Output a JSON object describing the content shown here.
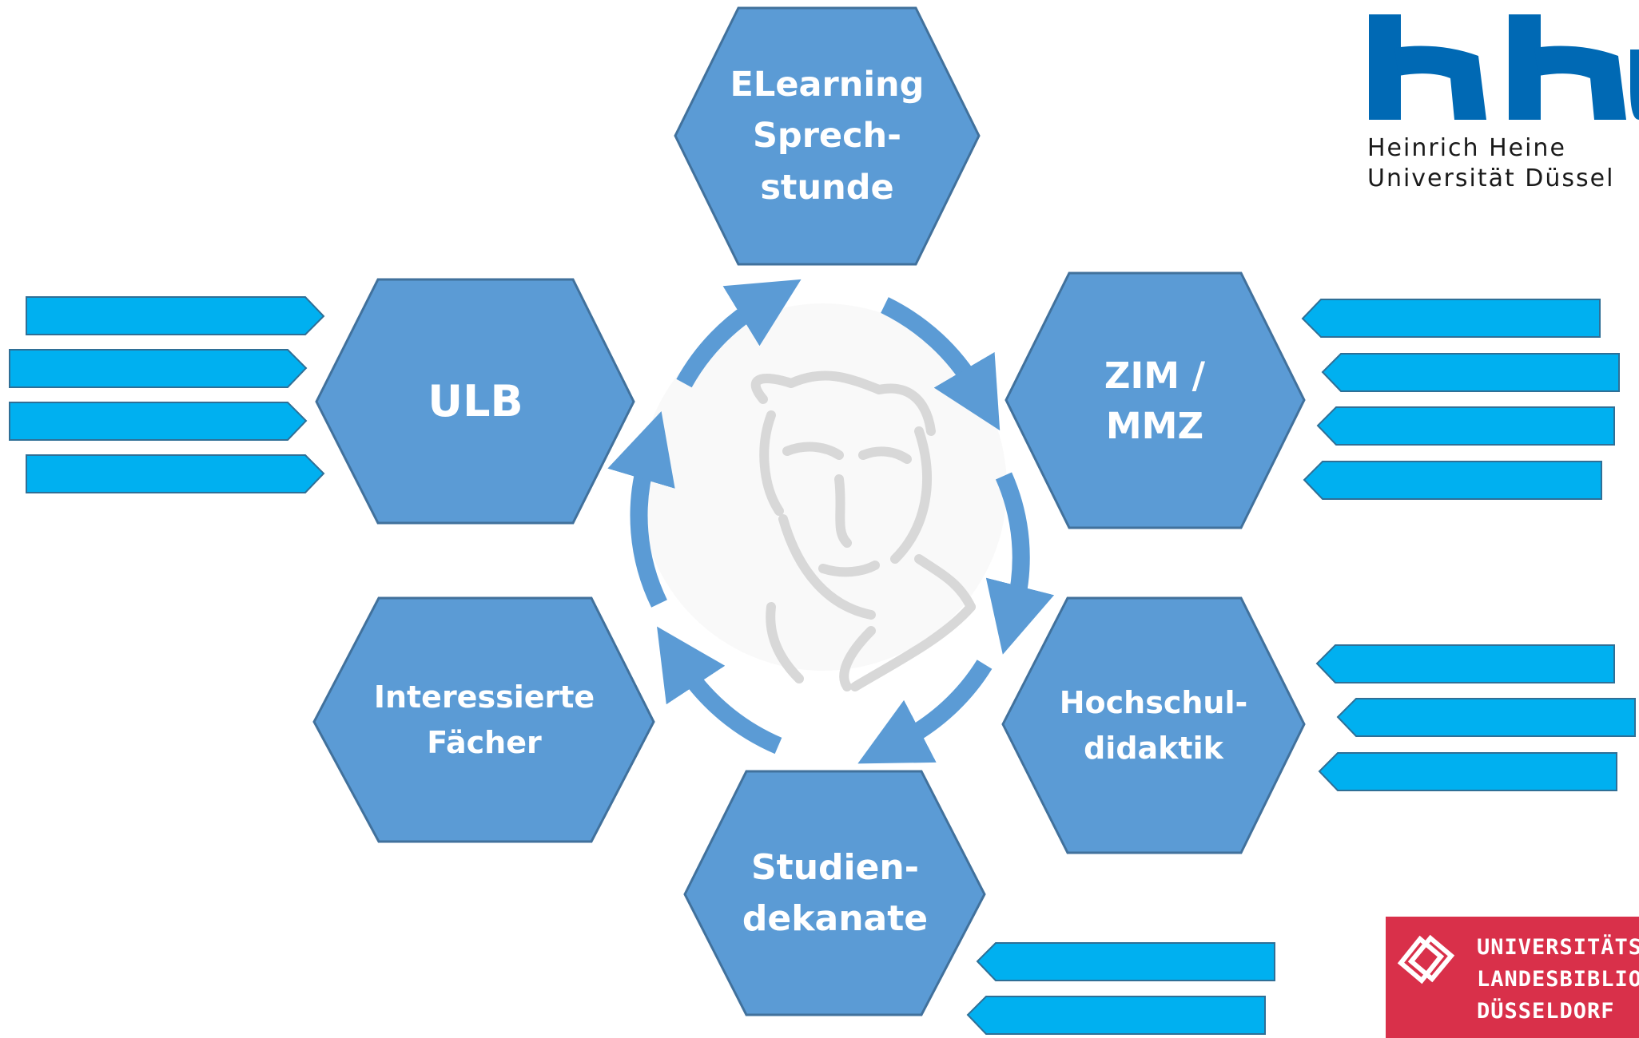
{
  "colors": {
    "hexagon_fill": "#5b9bd5",
    "hexagon_border": "#41719c",
    "arrow_fill": "#00b0f0",
    "cycle_arrow": "#5b9bd5",
    "hhu_brand": "#0069b4",
    "ulb_brand": "#d9304a"
  },
  "hexagons": {
    "elearning": [
      "ELearning",
      "Sprech-",
      "stunde"
    ],
    "ulb": [
      "ULB"
    ],
    "zim": [
      "ZIM /",
      "MMZ"
    ],
    "interessierte": [
      "Interessierte",
      "Fächer"
    ],
    "hochschul": [
      "Hochschul-",
      "didaktik"
    ],
    "studien": [
      "Studien-",
      "dekanate"
    ]
  },
  "center": {
    "icon": "heinrich-heine-portrait-sketch",
    "cycle_arrow_count": 6
  },
  "arrow_groups": {
    "ulb": {
      "direction": "right",
      "count": 4
    },
    "zim": {
      "direction": "left",
      "count": 4
    },
    "hochschul": {
      "direction": "left",
      "count": 3
    },
    "studien": {
      "direction": "left",
      "count": 2
    }
  },
  "logos": {
    "hhu": {
      "mark": "hhu",
      "line1": "Heinrich Heine",
      "line2": "Universität Düssel"
    },
    "ulb": {
      "line1": "UNIVERSITÄTS-",
      "line2": "LANDESBIBLIOT",
      "line3": "DÜSSELDORF"
    }
  }
}
